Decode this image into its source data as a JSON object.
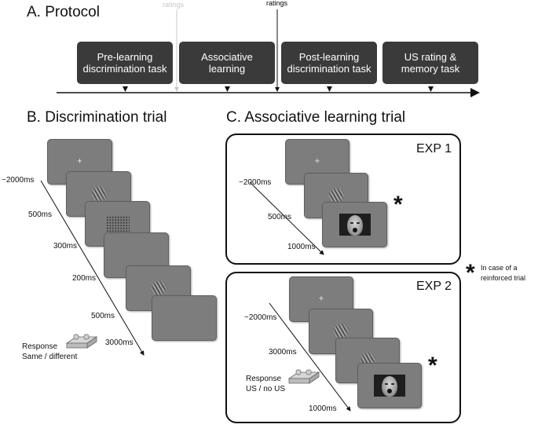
{
  "panel_a": {
    "heading": "A. Protocol",
    "rating_faded": "ratings",
    "rating_main": "ratings",
    "phases": [
      {
        "label": "Pre-learning discrimination task"
      },
      {
        "label": "Associative learning"
      },
      {
        "label": "Post-learning discrimination task"
      },
      {
        "label": "US rating & memory task"
      }
    ]
  },
  "panel_b": {
    "heading": "B. Discrimination trial",
    "times": [
      "~2000ms",
      "500ms",
      "300ms",
      "200ms",
      "500ms",
      "3000ms"
    ],
    "response_label": "Response",
    "response_options": "Same / different"
  },
  "panel_c": {
    "heading": "C. Associative learning trial",
    "exp1": {
      "label": "EXP 1",
      "times": [
        "~2000ms",
        "500ms",
        "1000ms"
      ]
    },
    "exp2": {
      "label": "EXP 2",
      "times": [
        "~2000ms",
        "3000ms",
        "1000ms"
      ],
      "response_label": "Response",
      "response_options": "US / no US"
    },
    "star_symbol": "*",
    "note_line1": "In case of a",
    "note_line2": "reinforced trial"
  },
  "icons": {
    "response_box": "response-box-icon",
    "fixation": "plus-icon",
    "face": "fearful-face-icon",
    "grating": "gabor-grating-icon",
    "dots": "dot-grid-icon"
  },
  "colors": {
    "phase_box": "#3a3a3a",
    "screen": "#7d7d7d",
    "frame": "#111111"
  }
}
